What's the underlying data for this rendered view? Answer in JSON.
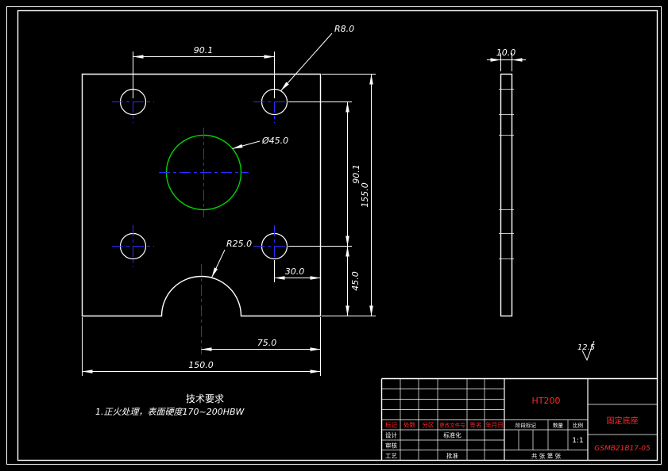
{
  "drawing": {
    "dimensions": {
      "top_width": "90.1",
      "corner_hole_radius": "R8.0",
      "center_bore_diameter": "Ø45.0",
      "right_hole_span": "90.1",
      "plate_height": "155.0",
      "bottom_hole_offset": "45.0",
      "hole_to_edge": "30.0",
      "notch_to_edge": "75.0",
      "plate_width": "150.0",
      "thickness": "10.0",
      "notch_radius": "R25.0"
    },
    "surface_roughness": "12.5",
    "tech_requirements_title": "技术要求",
    "tech_requirements_note": "1.正火处理，表面硬度170~200HBW",
    "colors": {
      "line": "#ffffff",
      "centerline": "#2b2bff",
      "bore_circle": "#00d400",
      "annotation_red": "#ff2a2a",
      "background": "#000000"
    }
  },
  "title_block": {
    "material": "HT200",
    "part_name": "固定底座",
    "drawing_number": "GSMB21B17-05",
    "rev_headers": [
      "标记",
      "处数",
      "分区",
      "更改文件号",
      "签名",
      "年月日"
    ],
    "roles": {
      "design": "设计",
      "check": "审核",
      "process": "工艺",
      "standardization": "标准化",
      "approve": "批准"
    },
    "stage_label": "阶段标记",
    "quantity_label": "数量",
    "scale_label": "比例",
    "scale_value": "1:1",
    "sheet_label": "共 张 第 张"
  }
}
